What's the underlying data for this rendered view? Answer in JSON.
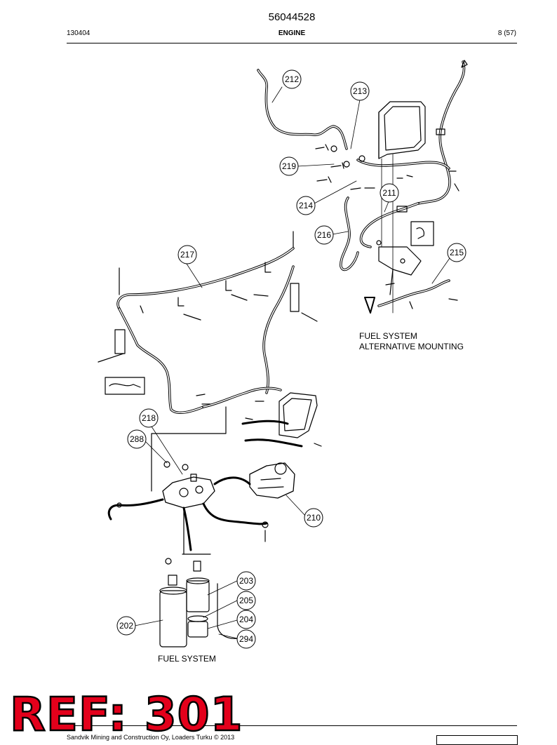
{
  "header": {
    "document_number": "56044528",
    "date_code": "130404",
    "section": "ENGINE",
    "page": "8 (57)"
  },
  "diagram": {
    "callouts": [
      "212",
      "213",
      "219",
      "214",
      "211",
      "216",
      "215",
      "217",
      "218",
      "288",
      "210",
      "203",
      "205",
      "204",
      "202",
      "294"
    ],
    "captions": {
      "alternative_line1": "FUEL SYSTEM",
      "alternative_line2": "ALTERNATIVE MOUNTING",
      "main": "FUEL SYSTEM"
    }
  },
  "stamp": {
    "text": "REF: 301"
  },
  "footer": {
    "copyright": "Sandvik Mining and Construction Oy, Loaders Turku © 2013"
  },
  "colors": {
    "stamp_fill": "#e3001b",
    "stamp_outline": "#000000"
  }
}
